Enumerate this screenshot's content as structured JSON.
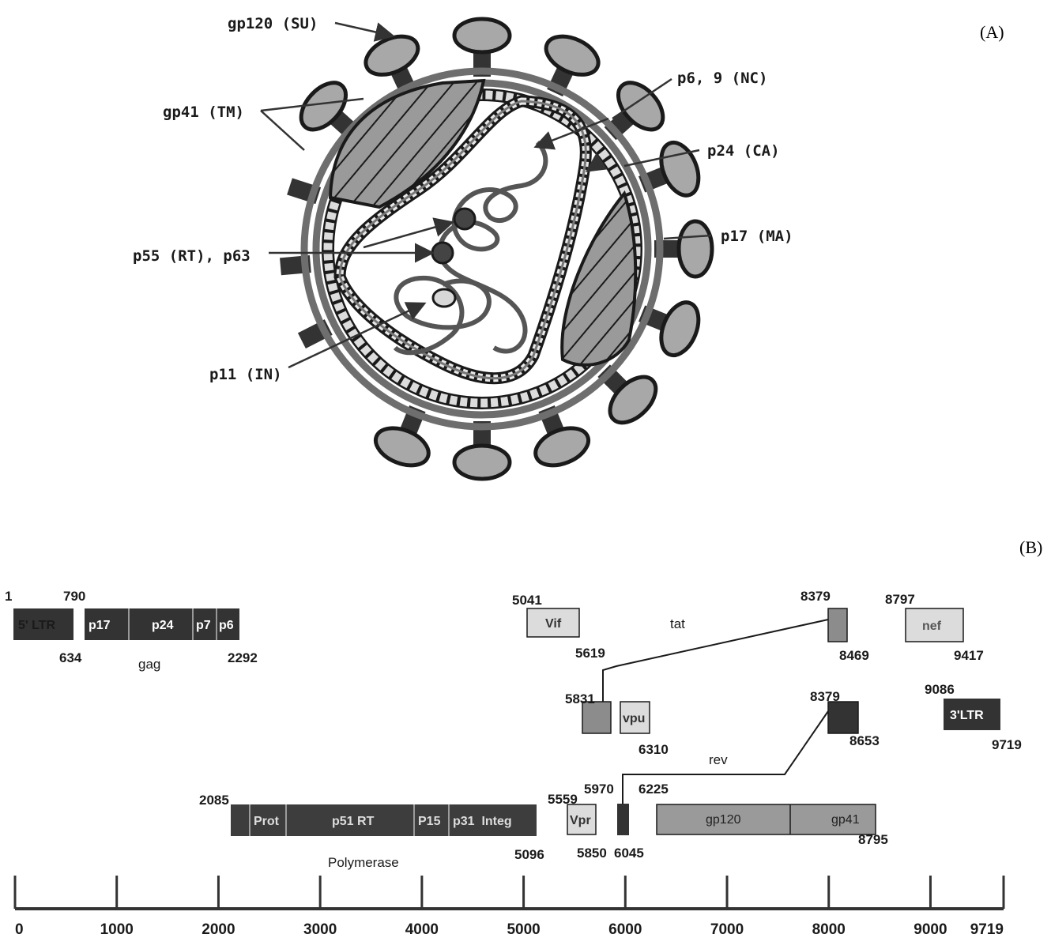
{
  "panel_a": {
    "letter": "(A)",
    "labels": {
      "gp120": "gp120 (SU)",
      "gp41": "gp41 (TM)",
      "p6": "p6, 9 (NC)",
      "p24": "p24 (CA)",
      "p17": "p17 (MA)",
      "p55": "p55 (RT), p63",
      "p11": "p11 (IN)"
    }
  },
  "panel_b": {
    "letter": "(B)",
    "gene_labels": {
      "gag": "gag",
      "polymerase": "Polymerase",
      "tat": "tat",
      "rev": "rev"
    },
    "boxes": {
      "ltr5": "5' LTR",
      "p17": "p17",
      "p24": "p24",
      "p7": "p7",
      "p6": "p6",
      "prot": "Prot",
      "p51rt": "p51 RT",
      "p15": "P15",
      "p31": "p31  Integ",
      "vif": "Vif",
      "vpr": "Vpr",
      "vpu": "vpu",
      "gp120": "gp120",
      "gp41": "gp41",
      "nef": "nef",
      "ltr3": "3'LTR"
    },
    "positions": {
      "n1": "1",
      "n790": "790",
      "n634": "634",
      "n2292": "2292",
      "n2085": "2085",
      "n5096": "5096",
      "n5041": "5041",
      "n5619": "5619",
      "n8379a": "8379",
      "n8469": "8469",
      "n8797": "8797",
      "n9417": "9417",
      "n5831": "5831",
      "n6310": "6310",
      "n8379b": "8379",
      "n8653": "8653",
      "n9086": "9086",
      "n9719": "9719",
      "n5559": "5559",
      "n5970": "5970",
      "n6225": "6225",
      "n5850": "5850",
      "n6045": "6045",
      "n8795": "8795"
    },
    "axis": {
      "ticks": [
        "0",
        "1000",
        "2000",
        "3000",
        "4000",
        "5000",
        "6000",
        "7000",
        "8000",
        "9000",
        "9719"
      ]
    }
  },
  "colors": {
    "dark": "#333333",
    "mid": "#8c8c8c",
    "light": "#d9d9d9",
    "membrane": "#6e6e6e"
  }
}
